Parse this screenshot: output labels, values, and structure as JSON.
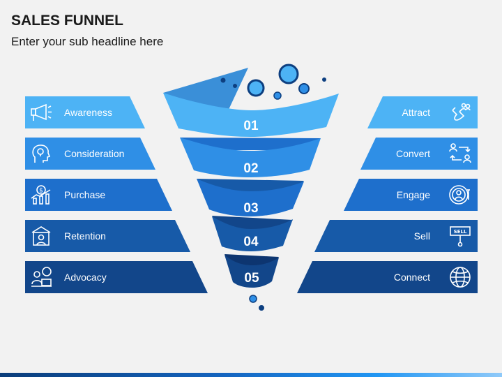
{
  "title": "SALES FUNNEL",
  "subtitle": "Enter your sub headline here",
  "left_items": [
    {
      "label": "Awareness",
      "icon": "megaphone-icon",
      "color": "#4db3f5"
    },
    {
      "label": "Consideration",
      "icon": "head-idea-icon",
      "color": "#2f8fe6"
    },
    {
      "label": "Purchase",
      "icon": "money-growth-icon",
      "color": "#1e6fcc"
    },
    {
      "label": "Retention",
      "icon": "customer-retention-icon",
      "color": "#175aa8"
    },
    {
      "label": "Advocacy",
      "icon": "advocate-icon",
      "color": "#12468a"
    }
  ],
  "right_items": [
    {
      "label": "Attract",
      "icon": "magnet-users-icon",
      "color": "#4db3f5"
    },
    {
      "label": "Convert",
      "icon": "convert-users-icon",
      "color": "#2f8fe6"
    },
    {
      "label": "Engage",
      "icon": "target-user-icon",
      "color": "#1e6fcc"
    },
    {
      "label": "Sell",
      "icon": "sell-sign-icon",
      "color": "#175aa8"
    },
    {
      "label": "Connect",
      "icon": "globe-icon",
      "color": "#12468a"
    }
  ],
  "stages": [
    "01",
    "02",
    "03",
    "04",
    "05"
  ],
  "colors": {
    "stage1": "#4db3f5",
    "stage2": "#2f8fe6",
    "stage3": "#1e6fcc",
    "stage4": "#175aa8",
    "stage5": "#12468a",
    "dots": "#0d3f80"
  }
}
